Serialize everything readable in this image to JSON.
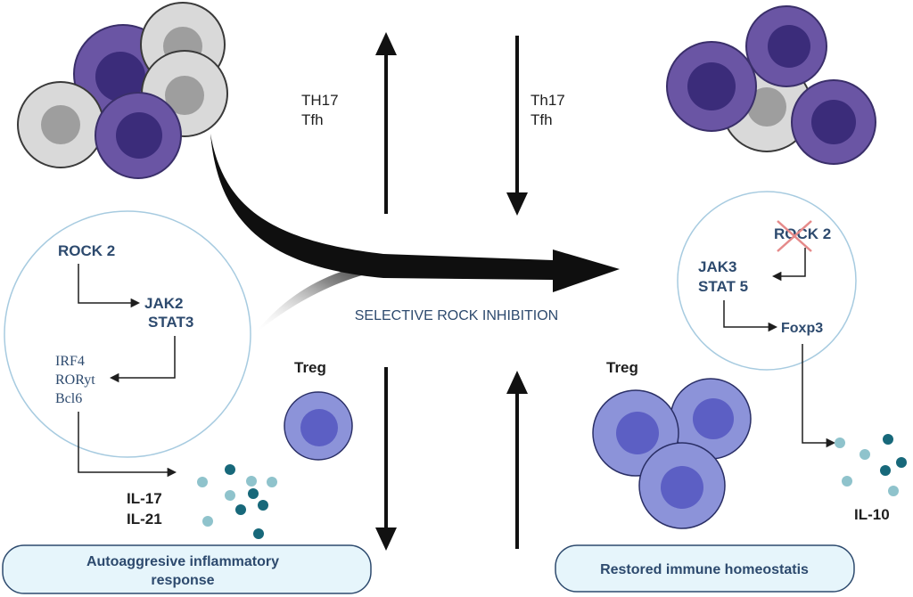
{
  "labels": {
    "th17_up": "TH17",
    "tfh_up": "Tfh",
    "th17_down": "Th17",
    "tfh_down": "Tfh",
    "rock2_left": "ROCK 2",
    "jak2": "JAK2",
    "stat3": "STAT3",
    "irf4": "IRF4",
    "roryt": "RORyt",
    "bcl6": "Bcl6",
    "selective_rock_inhibition": "SELECTIVE ROCK INHIBITION",
    "treg_left": "Treg",
    "treg_right": "Treg",
    "il17": "IL-17",
    "il21": "IL-21",
    "autoaggressive_line1": "Autoaggresive inflammatory",
    "autoaggressive_line2": "response",
    "rock2_right": "ROCK 2",
    "jak3": "JAK3",
    "stat5": "STAT 5",
    "foxp3": "Foxp3",
    "il10": "IL-10",
    "restored": "Restored immune homeostatis"
  },
  "colors": {
    "purple_cell": "#6a55a4",
    "purple_nucleus": "#3b2c7a",
    "gray_cell": "#d9d9d9",
    "gray_nucleus": "#9e9e9e",
    "treg_cell": "#8c93d9",
    "treg_nucleus": "#5c5fc4",
    "pathway_text": "#2d4a6e",
    "box_fill": "#e6f5fb",
    "box_stroke": "#2d4a6e",
    "cytokine_light": "#8fc3cc",
    "cytokine_dark": "#17687a",
    "cross_red": "#e58a8a"
  },
  "icons": [
    "cross-mark-icon",
    "arrow-up-icon",
    "arrow-down-icon",
    "curved-arrow-icon"
  ]
}
